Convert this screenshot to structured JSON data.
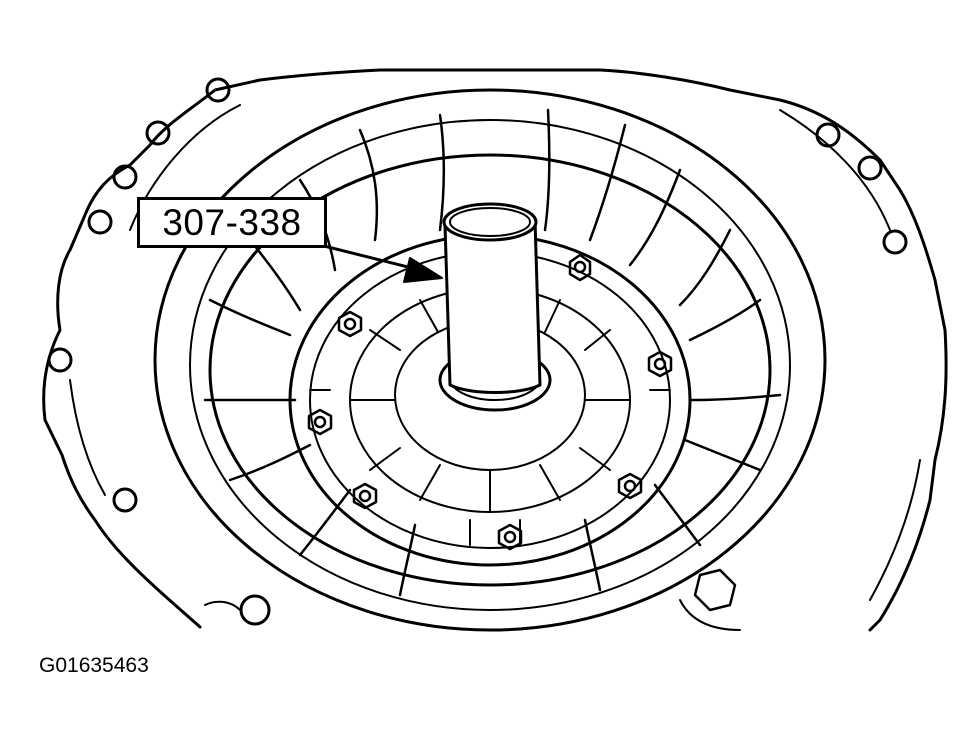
{
  "diagram": {
    "tool_label": "307-338",
    "figure_id": "G01635463"
  },
  "colors": {
    "line": "#000000",
    "background": "#ffffff"
  },
  "icons": {
    "arrow": "callout-arrow",
    "bolt": "hex-bolt-icon"
  }
}
